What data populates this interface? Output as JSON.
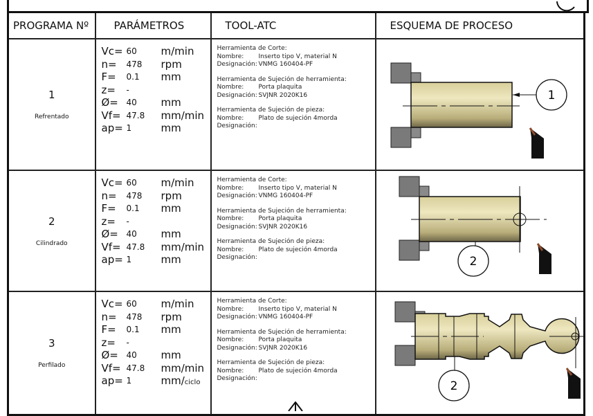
{
  "headers": [
    "PROGRAMA Nº",
    "PARÁMETROS",
    "TOOL-ATC",
    "ESQUEMA DE PROCESO"
  ],
  "rows": [
    {
      "num": "1",
      "name": "Refrentado",
      "callout": "1",
      "params": [
        [
          "Vc=",
          "60",
          "m/min"
        ],
        [
          "n=",
          "478",
          "rpm"
        ],
        [
          "F=",
          "0.1",
          "mm"
        ],
        [
          "z=",
          "-",
          ""
        ],
        [
          "Ø=",
          "40",
          "mm"
        ],
        [
          "Vf=",
          "47.8",
          "mm/min"
        ],
        [
          "ap=",
          "1",
          "mm"
        ]
      ],
      "tools": [
        {
          "title": "Herramienta de Corte:",
          "nombre_label": "Nombre:",
          "nombre": "Inserto tipo V, material N",
          "desig_label": "Designación:",
          "desig": "VNMG 160404-PF"
        },
        {
          "title": "Herramienta de Sujeción de herramienta:",
          "nombre_label": "Nombre:",
          "nombre": "Porta plaquita",
          "desig_label": "Designación:",
          "desig": "SVJNR 2020K16"
        },
        {
          "title": "Herramienta de Sujeción de pieza:",
          "nombre_label": "Nombre:",
          "nombre": "Plato de sujeción 4morda",
          "desig_label": "Designación:",
          "desig": ""
        }
      ]
    },
    {
      "num": "2",
      "name": "Cilindrado",
      "callout": "2",
      "params": [
        [
          "Vc=",
          "60",
          "m/min"
        ],
        [
          "n=",
          "478",
          "rpm"
        ],
        [
          "F=",
          "0.1",
          "mm"
        ],
        [
          "z=",
          "-",
          ""
        ],
        [
          "Ø=",
          "40",
          "mm"
        ],
        [
          "Vf=",
          "47.8",
          "mm/min"
        ],
        [
          "ap=",
          "1",
          "mm"
        ]
      ],
      "tools": [
        {
          "title": "Herramienta de Corte:",
          "nombre_label": "Nombre:",
          "nombre": "Inserto tipo V, material N",
          "desig_label": "Designación:",
          "desig": "VNMG 160404-PF"
        },
        {
          "title": "Herramienta de Sujeción de herramienta:",
          "nombre_label": "Nombre:",
          "nombre": "Porta plaquita",
          "desig_label": "Designación:",
          "desig": "SVJNR 2020K16"
        },
        {
          "title": "Herramienta de Sujeción de pieza:",
          "nombre_label": "Nombre:",
          "nombre": "Plato de sujeción 4morda",
          "desig_label": "Designación:",
          "desig": ""
        }
      ]
    },
    {
      "num": "3",
      "name": "Perfilado",
      "callout": "2",
      "params": [
        [
          "Vc=",
          "60",
          "m/min"
        ],
        [
          "n=",
          "478",
          "rpm"
        ],
        [
          "F=",
          "0.1",
          "mm"
        ],
        [
          "z=",
          "-",
          ""
        ],
        [
          "Ø=",
          "40",
          "mm"
        ],
        [
          "Vf=",
          "47.8",
          "mm/min"
        ],
        [
          "ap=",
          "1",
          "mm/",
          "ciclo"
        ]
      ],
      "tools": [
        {
          "title": "Herramienta de Corte:",
          "nombre_label": "Nombre:",
          "nombre": "Inserto tipo V, material N",
          "desig_label": "Designación:",
          "desig": "VNMG 160404-PF"
        },
        {
          "title": "Herramienta de Sujeción de herramienta:",
          "nombre_label": "Nombre:",
          "nombre": "Porta plaquita",
          "desig_label": "Designación:",
          "desig": "SVJNR 2020K16"
        },
        {
          "title": "Herramienta de Sujeción de pieza:",
          "nombre_label": "Nombre:",
          "nombre": "Plato de sujeción 4morda",
          "desig_label": "Designación:",
          "desig": ""
        }
      ]
    }
  ]
}
